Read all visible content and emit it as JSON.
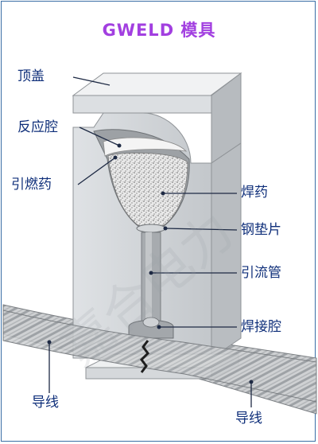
{
  "title": "GWELD  模具",
  "labels": {
    "top_cover": "顶盖",
    "reaction_chamber": "反应腔",
    "ignition_powder": "引燃药",
    "welding_powder": "焊药",
    "steel_disc": "钢垫片",
    "tap_hole": "引流管",
    "weld_cavity": "焊接腔",
    "conductor_left": "导线",
    "conductor_right": "导线"
  },
  "watermark": "嘉合电力",
  "colors": {
    "title": "#a23fe0",
    "label": "#0f2f7a",
    "mold_light": "#e6e8ea",
    "mold_mid": "#c7cacd",
    "mold_dark": "#8f9397",
    "frame": "#3a6ea5"
  }
}
